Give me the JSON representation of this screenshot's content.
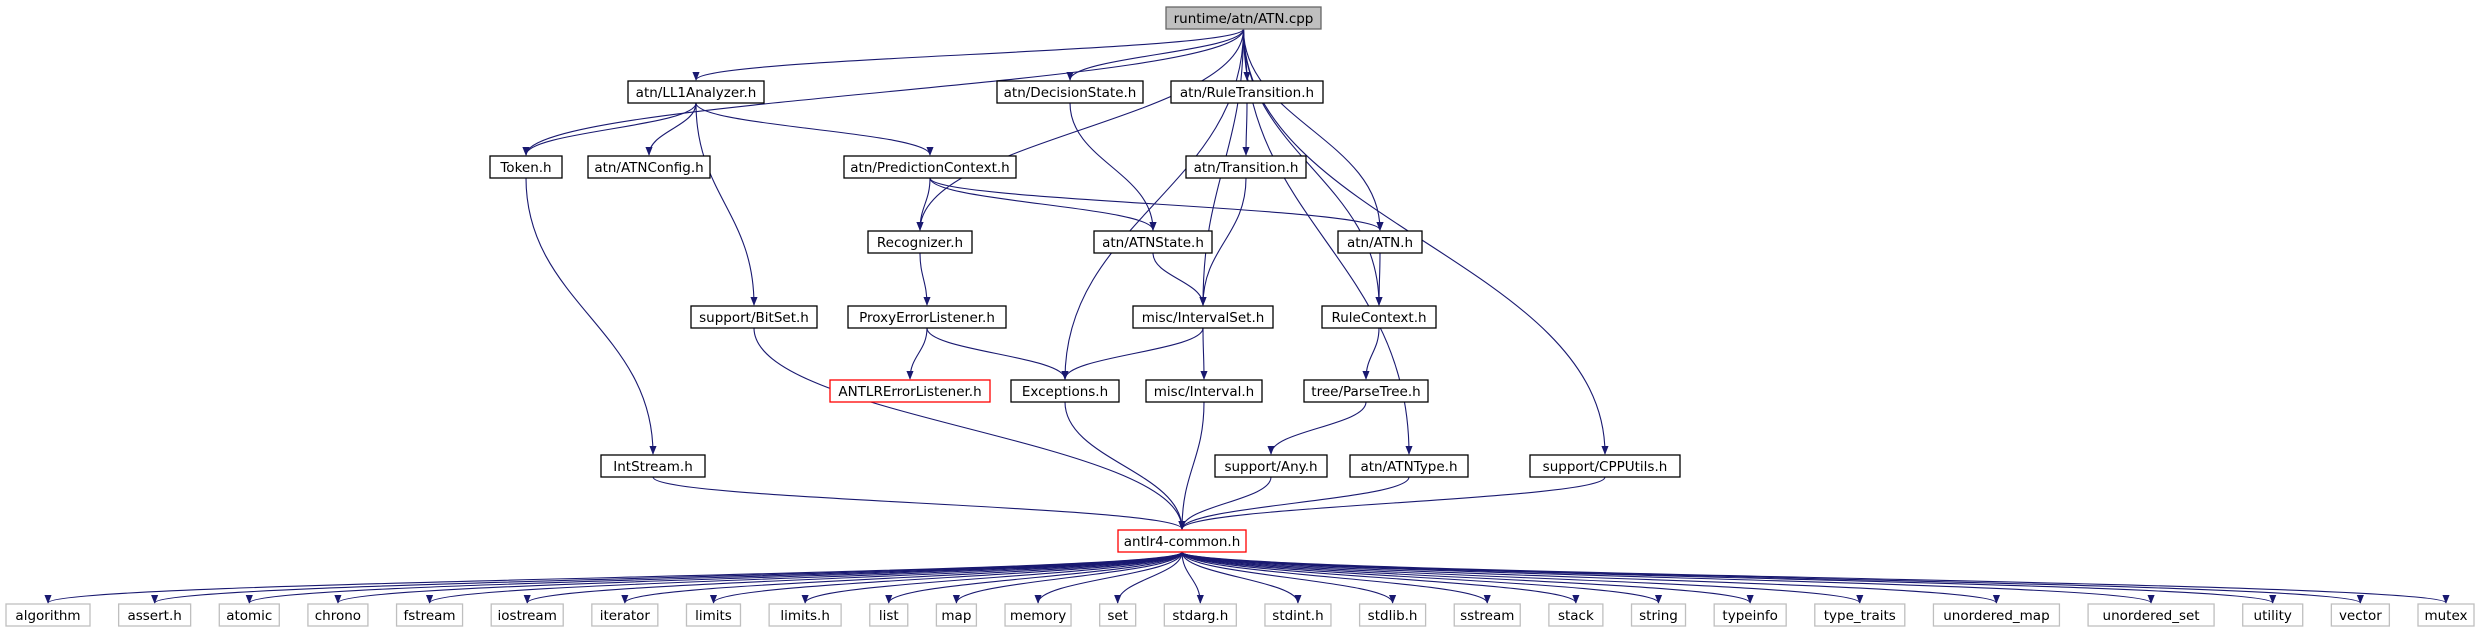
{
  "colors": {
    "edge": "#191970",
    "border_normal": "#000000",
    "border_root": "#666666",
    "fill_root": "#bfbfbf",
    "border_external": "#bfbfbf",
    "border_undocumented": "#ff0000",
    "fill": "#ffffff",
    "text": "#000000"
  },
  "nodes": [
    {
      "id": "atn_cpp",
      "label": "runtime/atn/ATN.cpp",
      "kind": "root"
    },
    {
      "id": "ll1",
      "label": "atn/LL1Analyzer.h",
      "kind": "normal"
    },
    {
      "id": "decstate",
      "label": "atn/DecisionState.h",
      "kind": "normal"
    },
    {
      "id": "ruletrans",
      "label": "atn/RuleTransition.h",
      "kind": "normal"
    },
    {
      "id": "token",
      "label": "Token.h",
      "kind": "normal"
    },
    {
      "id": "atnconfig",
      "label": "atn/ATNConfig.h",
      "kind": "normal"
    },
    {
      "id": "predctx",
      "label": "atn/PredictionContext.h",
      "kind": "normal"
    },
    {
      "id": "transition",
      "label": "atn/Transition.h",
      "kind": "normal"
    },
    {
      "id": "recognizer",
      "label": "Recognizer.h",
      "kind": "normal"
    },
    {
      "id": "atnstate",
      "label": "atn/ATNState.h",
      "kind": "normal"
    },
    {
      "id": "atn_h",
      "label": "atn/ATN.h",
      "kind": "normal"
    },
    {
      "id": "bitset",
      "label": "support/BitSet.h",
      "kind": "normal"
    },
    {
      "id": "proxy",
      "label": "ProxyErrorListener.h",
      "kind": "normal"
    },
    {
      "id": "intervalset",
      "label": "misc/IntervalSet.h",
      "kind": "normal"
    },
    {
      "id": "rulectx",
      "label": "RuleContext.h",
      "kind": "normal"
    },
    {
      "id": "antlrerr",
      "label": "ANTLRErrorListener.h",
      "kind": "undocumented"
    },
    {
      "id": "exceptions",
      "label": "Exceptions.h",
      "kind": "normal"
    },
    {
      "id": "interval",
      "label": "misc/Interval.h",
      "kind": "normal"
    },
    {
      "id": "parsetree",
      "label": "tree/ParseTree.h",
      "kind": "normal"
    },
    {
      "id": "intstream",
      "label": "IntStream.h",
      "kind": "normal"
    },
    {
      "id": "any",
      "label": "support/Any.h",
      "kind": "normal"
    },
    {
      "id": "atntype",
      "label": "atn/ATNType.h",
      "kind": "normal"
    },
    {
      "id": "cpputils",
      "label": "support/CPPUtils.h",
      "kind": "normal"
    },
    {
      "id": "common",
      "label": "antlr4-common.h",
      "kind": "undocumented"
    },
    {
      "id": "algorithm",
      "label": "algorithm",
      "kind": "external"
    },
    {
      "id": "assert",
      "label": "assert.h",
      "kind": "external"
    },
    {
      "id": "atomic",
      "label": "atomic",
      "kind": "external"
    },
    {
      "id": "chrono",
      "label": "chrono",
      "kind": "external"
    },
    {
      "id": "fstream",
      "label": "fstream",
      "kind": "external"
    },
    {
      "id": "iostream",
      "label": "iostream",
      "kind": "external"
    },
    {
      "id": "iterator",
      "label": "iterator",
      "kind": "external"
    },
    {
      "id": "limits",
      "label": "limits",
      "kind": "external"
    },
    {
      "id": "limits_h",
      "label": "limits.h",
      "kind": "external"
    },
    {
      "id": "list",
      "label": "list",
      "kind": "external"
    },
    {
      "id": "map",
      "label": "map",
      "kind": "external"
    },
    {
      "id": "memory",
      "label": "memory",
      "kind": "external"
    },
    {
      "id": "set",
      "label": "set",
      "kind": "external"
    },
    {
      "id": "stdarg",
      "label": "stdarg.h",
      "kind": "external"
    },
    {
      "id": "stdint",
      "label": "stdint.h",
      "kind": "external"
    },
    {
      "id": "stdlib",
      "label": "stdlib.h",
      "kind": "external"
    },
    {
      "id": "sstream",
      "label": "sstream",
      "kind": "external"
    },
    {
      "id": "stack",
      "label": "stack",
      "kind": "external"
    },
    {
      "id": "string",
      "label": "string",
      "kind": "external"
    },
    {
      "id": "typeinfo",
      "label": "typeinfo",
      "kind": "external"
    },
    {
      "id": "type_traits",
      "label": "type_traits",
      "kind": "external"
    },
    {
      "id": "unordered_map",
      "label": "unordered_map",
      "kind": "external"
    },
    {
      "id": "unordered_set",
      "label": "unordered_set",
      "kind": "external"
    },
    {
      "id": "utility",
      "label": "utility",
      "kind": "external"
    },
    {
      "id": "vector",
      "label": "vector",
      "kind": "external"
    },
    {
      "id": "mutex",
      "label": "mutex",
      "kind": "external"
    }
  ],
  "edges": [
    [
      "atn_cpp",
      "ll1"
    ],
    [
      "atn_cpp",
      "decstate"
    ],
    [
      "atn_cpp",
      "ruletrans"
    ],
    [
      "atn_cpp",
      "token"
    ],
    [
      "atn_cpp",
      "recognizer"
    ],
    [
      "atn_cpp",
      "atn_h"
    ],
    [
      "atn_cpp",
      "intervalset"
    ],
    [
      "atn_cpp",
      "rulectx"
    ],
    [
      "atn_cpp",
      "exceptions"
    ],
    [
      "atn_cpp",
      "atntype"
    ],
    [
      "atn_cpp",
      "cpputils"
    ],
    [
      "ll1",
      "token"
    ],
    [
      "ll1",
      "atnconfig"
    ],
    [
      "ll1",
      "predctx"
    ],
    [
      "ll1",
      "bitset"
    ],
    [
      "decstate",
      "atnstate"
    ],
    [
      "ruletrans",
      "transition"
    ],
    [
      "predctx",
      "recognizer"
    ],
    [
      "predctx",
      "atnstate"
    ],
    [
      "predctx",
      "atn_h"
    ],
    [
      "transition",
      "intervalset"
    ],
    [
      "token",
      "intstream"
    ],
    [
      "recognizer",
      "proxy"
    ],
    [
      "atnstate",
      "intervalset"
    ],
    [
      "atn_h",
      "rulectx"
    ],
    [
      "proxy",
      "antlrerr"
    ],
    [
      "proxy",
      "exceptions"
    ],
    [
      "intervalset",
      "exceptions"
    ],
    [
      "intervalset",
      "interval"
    ],
    [
      "rulectx",
      "parsetree"
    ],
    [
      "parsetree",
      "any"
    ],
    [
      "bitset",
      "common"
    ],
    [
      "exceptions",
      "common"
    ],
    [
      "interval",
      "common"
    ],
    [
      "intstream",
      "common"
    ],
    [
      "any",
      "common"
    ],
    [
      "atntype",
      "common"
    ],
    [
      "cpputils",
      "common"
    ],
    [
      "common",
      "algorithm"
    ],
    [
      "common",
      "assert"
    ],
    [
      "common",
      "atomic"
    ],
    [
      "common",
      "chrono"
    ],
    [
      "common",
      "fstream"
    ],
    [
      "common",
      "iostream"
    ],
    [
      "common",
      "iterator"
    ],
    [
      "common",
      "limits"
    ],
    [
      "common",
      "limits_h"
    ],
    [
      "common",
      "list"
    ],
    [
      "common",
      "map"
    ],
    [
      "common",
      "memory"
    ],
    [
      "common",
      "set"
    ],
    [
      "common",
      "stdarg"
    ],
    [
      "common",
      "stdint"
    ],
    [
      "common",
      "stdlib"
    ],
    [
      "common",
      "sstream"
    ],
    [
      "common",
      "stack"
    ],
    [
      "common",
      "string"
    ],
    [
      "common",
      "typeinfo"
    ],
    [
      "common",
      "type_traits"
    ],
    [
      "common",
      "unordered_map"
    ],
    [
      "common",
      "unordered_set"
    ],
    [
      "common",
      "utility"
    ],
    [
      "common",
      "vector"
    ],
    [
      "common",
      "mutex"
    ]
  ]
}
